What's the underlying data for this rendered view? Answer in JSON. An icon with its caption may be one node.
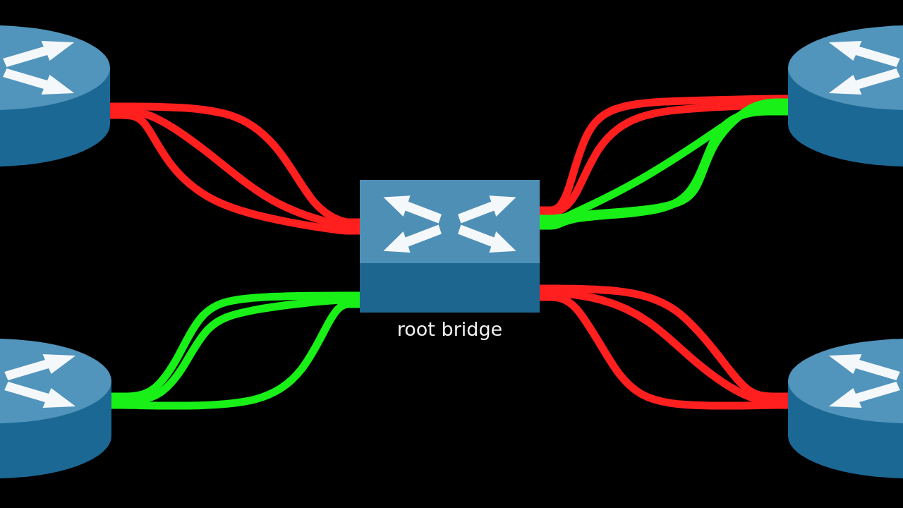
{
  "diagram": {
    "nodes": [
      {
        "text": [],
        "shape": "cylinder"
      },
      {
        "text": [],
        "shape": "cylinder"
      },
      {
        "text": [
          "root bridge"
        ]
      },
      {
        "text": [],
        "shape": "cylinder"
      },
      {
        "text": [],
        "shape": "cylinder"
      }
    ],
    "edges": [
      {
        "from": 0,
        "to": 2,
        "arrow": "none"
      },
      {
        "from": 0,
        "to": 2,
        "arrow": "none"
      },
      {
        "from": 0,
        "to": 2,
        "arrow": "none"
      },
      {
        "from": 1,
        "to": 2,
        "arrow": "none"
      },
      {
        "from": 1,
        "to": 2,
        "arrow": "none"
      },
      {
        "from": 1,
        "to": 2,
        "arrow": "none",
        "color": "#18f018"
      },
      {
        "from": 1,
        "to": 2,
        "arrow": "none",
        "color": "#18f018"
      },
      {
        "from": 1,
        "to": 2,
        "arrow": "none",
        "color": "#18f018"
      },
      {
        "from": 3,
        "to": 2,
        "arrow": "none",
        "color": "#18f018"
      },
      {
        "from": 3,
        "to": 2,
        "arrow": "none",
        "color": "#18f018"
      },
      {
        "from": 3,
        "to": 2,
        "arrow": "none",
        "color": "#18f018"
      },
      {
        "from": 4,
        "to": 2,
        "arrow": "none"
      },
      {
        "from": 4,
        "to": 2,
        "arrow": "none"
      },
      {
        "from": 4,
        "to": 2,
        "arrow": "none"
      }
    ]
  }
}
